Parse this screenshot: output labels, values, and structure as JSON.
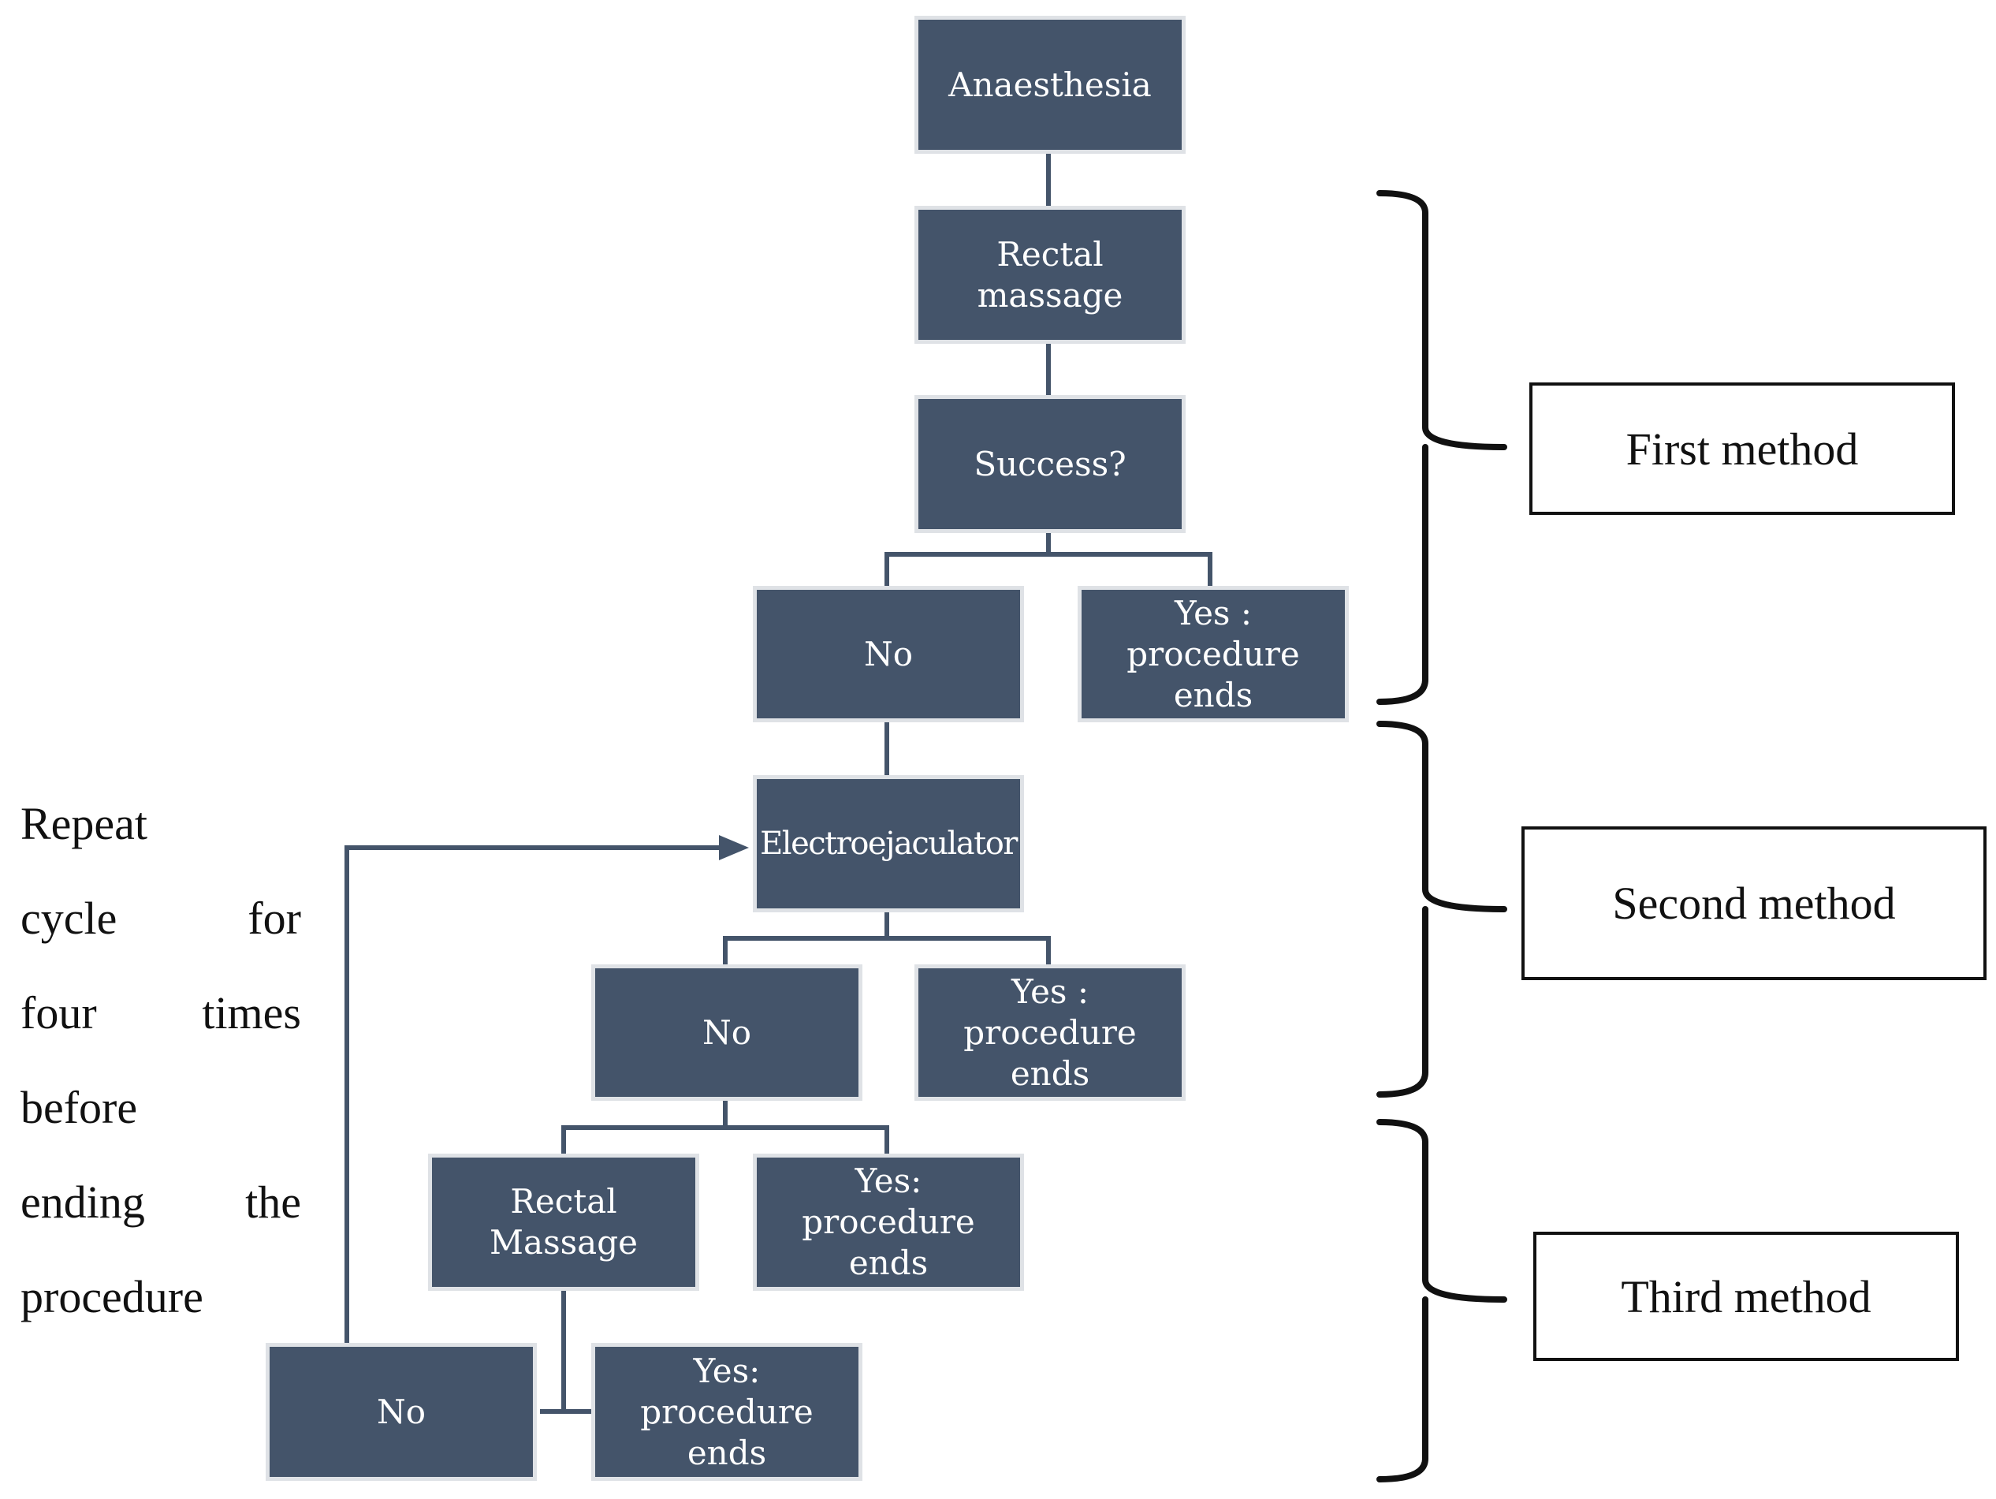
{
  "nodes": {
    "anaesthesia": "Anaesthesia",
    "rectal_massage_1": "Rectal massage",
    "success": "Success?",
    "no_1": "No",
    "yes_1": [
      "Yes : procedure",
      "ends"
    ],
    "electroejaculator": "Electroejaculator",
    "no_2": "No",
    "yes_2": [
      "Yes : procedure",
      "ends"
    ],
    "rectal_massage_2": "Rectal Massage",
    "yes_3": [
      "Yes: procedure",
      "ends"
    ],
    "no_3": "No",
    "yes_4": [
      "Yes: procedure",
      "ends"
    ]
  },
  "methods": {
    "first": "First method",
    "second": "Second method",
    "third": "Third method"
  },
  "note": [
    [
      "Repeat"
    ],
    [
      "cycle",
      "for"
    ],
    [
      "four",
      "times"
    ],
    [
      "before"
    ],
    [
      "ending",
      "the"
    ],
    [
      "procedure"
    ]
  ],
  "colors": {
    "node_fill": "#44546a",
    "node_border": "#dfe2e6",
    "connector": "#44546a",
    "bracket": "#111111"
  }
}
